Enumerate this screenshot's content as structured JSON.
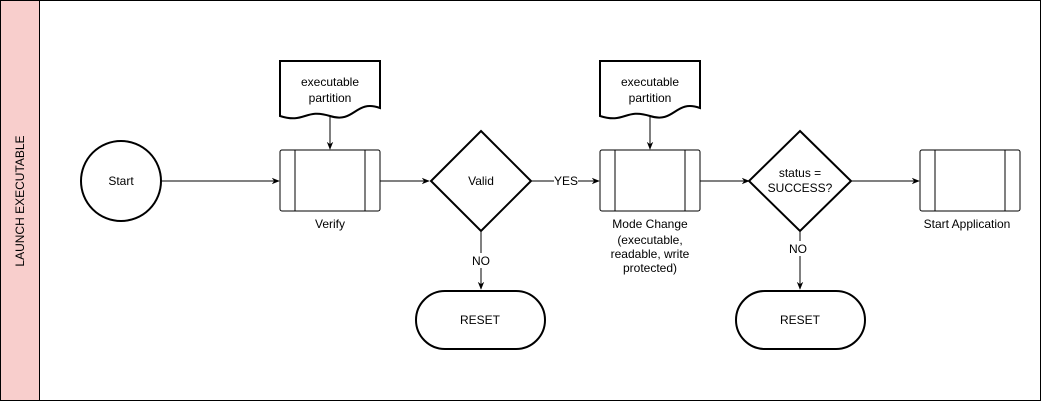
{
  "lane": {
    "title": "LAUNCH EXECUTABLE",
    "header_color": "#f8cecc",
    "border_color": "#000000"
  },
  "nodes": {
    "start": {
      "label": "Start"
    },
    "doc1": {
      "line1": "executable",
      "line2": "partition"
    },
    "verify": {
      "caption": "Verify"
    },
    "valid": {
      "label": "Valid"
    },
    "reset1": {
      "label": "RESET"
    },
    "doc2": {
      "line1": "executable",
      "line2": "partition"
    },
    "mode_change": {
      "caption_line1": "Mode Change",
      "caption_line2": "(executable,",
      "caption_line3": "readable, write",
      "caption_line4": "protected)"
    },
    "status": {
      "line1": "status =",
      "line2": "SUCCESS?"
    },
    "reset2": {
      "label": "RESET"
    },
    "start_app": {
      "caption": "Start Application"
    }
  },
  "edges": {
    "valid_yes": "YES",
    "valid_no": "NO",
    "status_no": "NO"
  }
}
